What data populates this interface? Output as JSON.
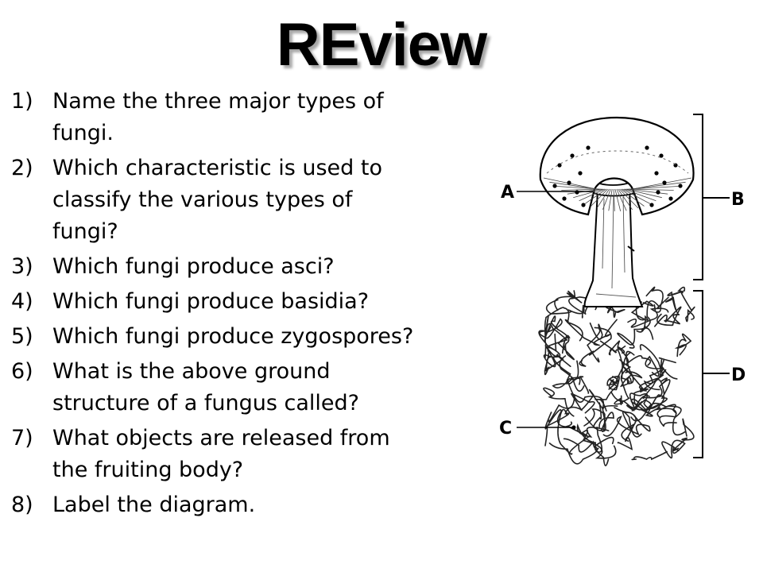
{
  "title": "REview",
  "questions": [
    {
      "number": "1)",
      "text": "Name the three major types of fungi."
    },
    {
      "number": "2)",
      "text": "Which characteristic is used to classify the various types of fungi?"
    },
    {
      "number": "3)",
      "text": "Which fungi produce asci?"
    },
    {
      "number": "4)",
      "text": "Which fungi produce basidia?"
    },
    {
      "number": "5)",
      "text": "Which fungi produce zygospores?"
    },
    {
      "number": "6)",
      "text": "What is the above ground structure of a fungus called?"
    },
    {
      "number": "7)",
      "text": "What objects are released from the fruiting body?"
    },
    {
      "number": "8)",
      "text": "Label the diagram."
    }
  ],
  "diagram": {
    "labels": {
      "a": "A",
      "b": "B",
      "c": "C",
      "d": "D"
    },
    "icons": [
      "mushroom-cap",
      "mushroom-stalk",
      "hyphae-mycelium",
      "bracket"
    ]
  }
}
